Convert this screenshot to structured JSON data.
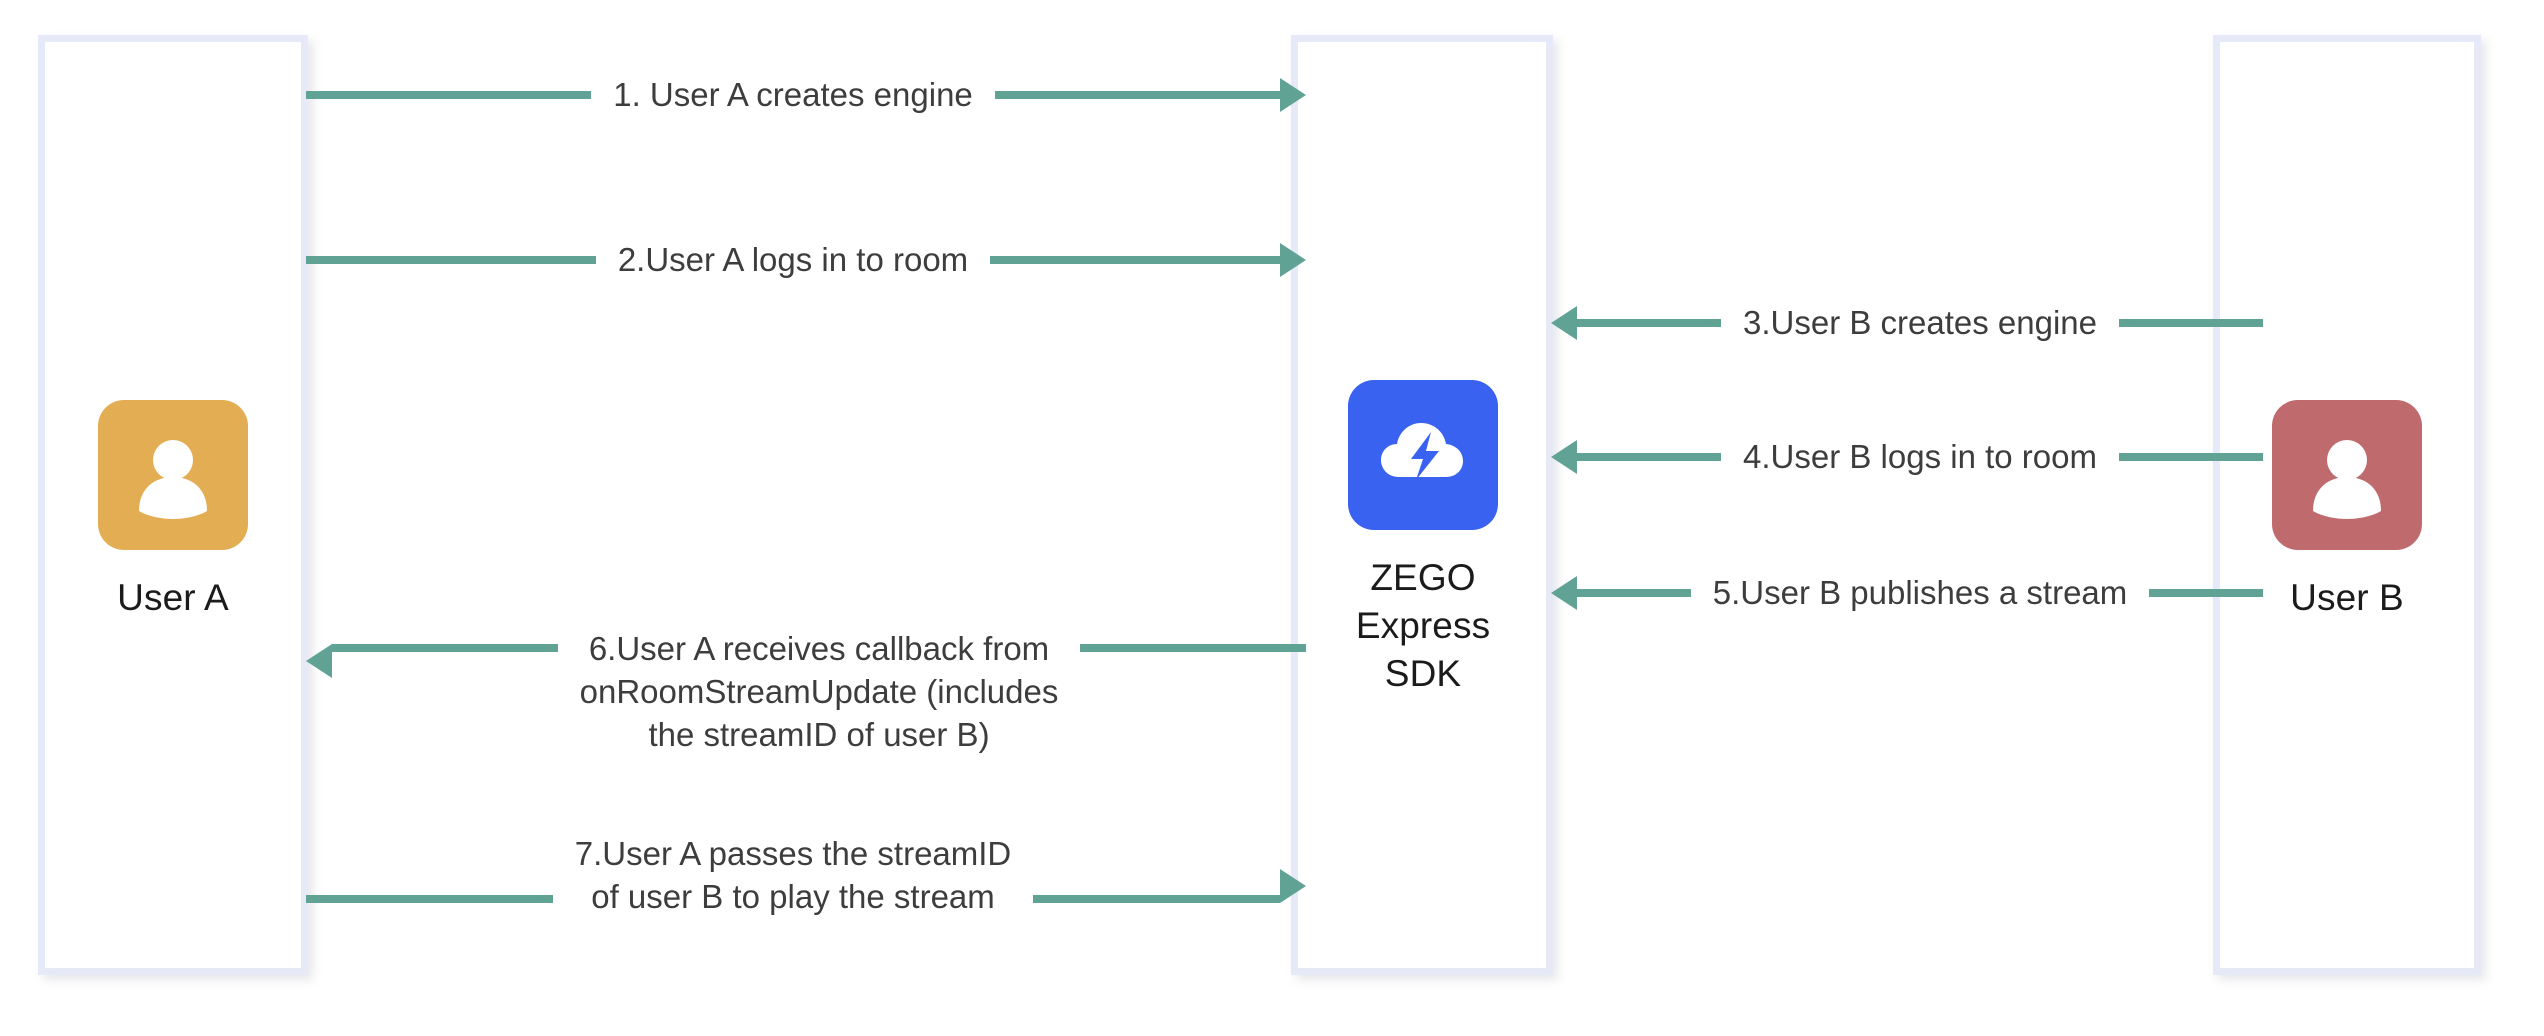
{
  "diagram": {
    "title": "ZEGO Express SDK stream publishing and playing flow",
    "colors": {
      "arrow": "#60a395",
      "column_border": "#e6eaf8",
      "user_a_avatar": "#e3ae53",
      "user_b_avatar": "#bf6a6d",
      "sdk_logo": "#3a62f0",
      "label_text": "#3d3d3d",
      "node_text": "#1b1b1b"
    },
    "nodes": [
      {
        "id": "user-a",
        "label": "User A",
        "icon": "person-avatar-icon",
        "color": "#e3ae53"
      },
      {
        "id": "zego-express-sdk",
        "label": "ZEGO\nExpress\nSDK",
        "icon": "zego-cloud-lightning-logo",
        "color": "#3a62f0"
      },
      {
        "id": "user-b",
        "label": "User B",
        "icon": "person-avatar-icon",
        "color": "#bf6a6d"
      }
    ],
    "messages": [
      {
        "step": "1",
        "label": "1. User A creates engine",
        "from": "user-a",
        "to": "zego-express-sdk",
        "direction": "right"
      },
      {
        "step": "2",
        "label": "2.User A logs in to room",
        "from": "user-a",
        "to": "zego-express-sdk",
        "direction": "right"
      },
      {
        "step": "3",
        "label": "3.User B creates engine",
        "from": "user-b",
        "to": "zego-express-sdk",
        "direction": "left"
      },
      {
        "step": "4",
        "label": "4.User B logs in to room",
        "from": "user-b",
        "to": "zego-express-sdk",
        "direction": "left"
      },
      {
        "step": "5",
        "label": "5.User B publishes a stream",
        "from": "user-b",
        "to": "zego-express-sdk",
        "direction": "left"
      },
      {
        "step": "6",
        "label": "6.User A receives callback from\nonRoomStreamUpdate (includes\nthe streamID of user B)",
        "from": "zego-express-sdk",
        "to": "user-a",
        "direction": "left"
      },
      {
        "step": "7",
        "label": "7.User A passes the streamID\nof user B to play the stream",
        "from": "user-a",
        "to": "zego-express-sdk",
        "direction": "right"
      }
    ]
  }
}
